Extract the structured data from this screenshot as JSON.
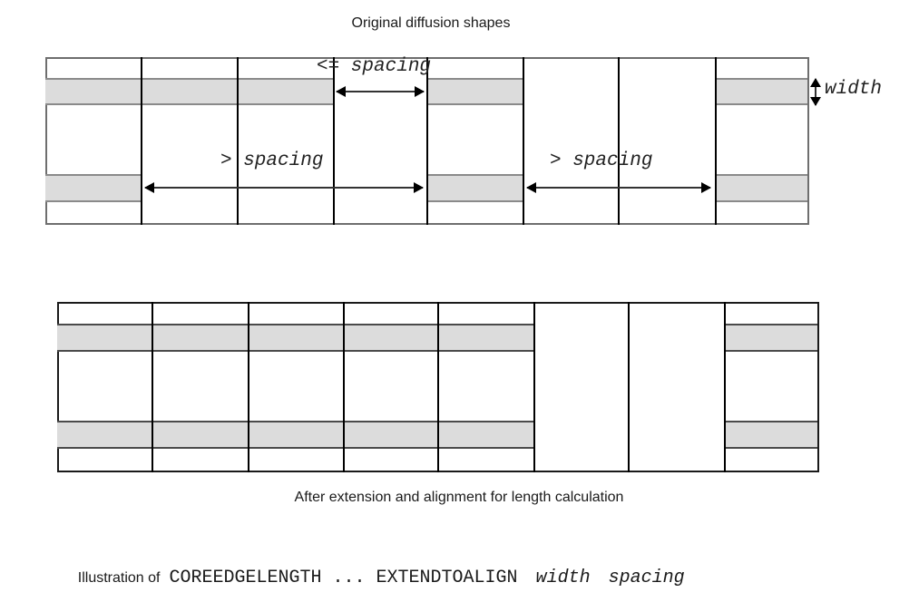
{
  "colors": {
    "bar_fill": "#dcdcdc",
    "bar_border": "#8a8a8a",
    "grid_line": "#000000",
    "frame_top_border": "#6e6e6e",
    "frame_bottom_border": "#1a1a1a",
    "text": "#1a1a1a",
    "arrow": "#333333",
    "background": "#ffffff"
  },
  "top_diagram": {
    "title": "Original diffusion shapes",
    "annotations": {
      "spacing_le": "<= spacing",
      "spacing_gt_left": "> spacing",
      "spacing_gt_right": "> spacing",
      "width_label": "width"
    }
  },
  "bottom_diagram": {
    "caption": "After extension and alignment for length calculation"
  },
  "footer": {
    "prefix": "Illustration of",
    "keywords": "COREEDGELENGTH ... EXTENDTOALIGN",
    "params": "width spacing"
  }
}
